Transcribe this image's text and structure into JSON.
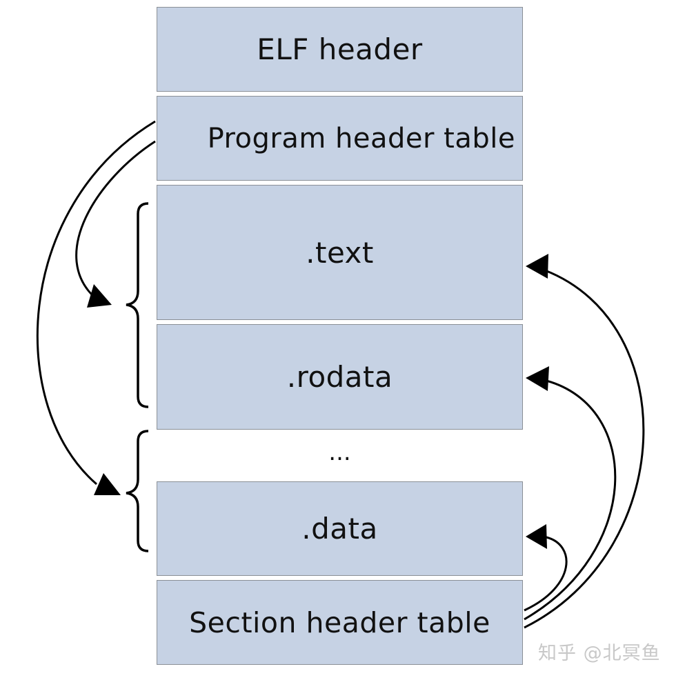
{
  "blocks": {
    "elf_header": "ELF header",
    "program_header_table": "Program header table",
    "text": ".text",
    "rodata": ".rodata",
    "ellipsis": "...",
    "data": ".data",
    "section_header_table": "Section header table"
  },
  "watermark": "知乎 @北冥鱼",
  "colors": {
    "block_fill": "#c6d2e4",
    "block_border": "#8a8f96",
    "line": "#000000"
  }
}
